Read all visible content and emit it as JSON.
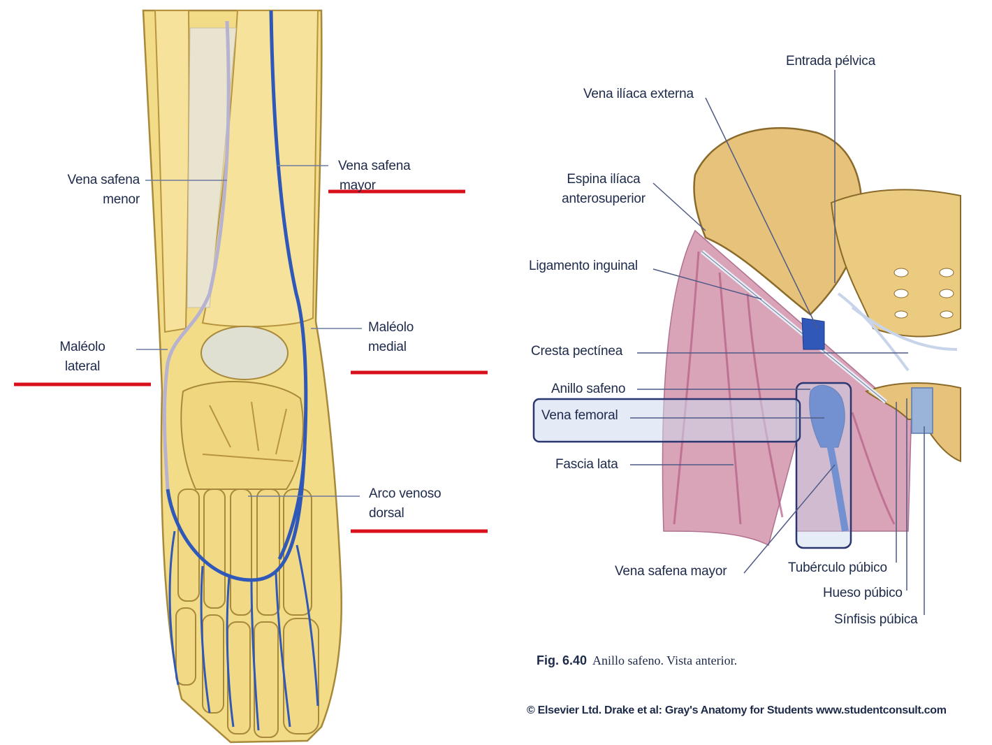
{
  "foot_labels": {
    "small_saphenous": [
      "Vena safena",
      "menor"
    ],
    "great_saphenous": [
      "Vena safena",
      "mayor"
    ],
    "medial_malleolus": [
      "Maléolo",
      "medial"
    ],
    "lateral_malleolus": [
      "Maléolo",
      "lateral"
    ],
    "dorsal_arch": [
      "Arco venoso",
      "dorsal"
    ]
  },
  "pelvis_labels": {
    "pelvic_inlet": "Entrada pélvica",
    "external_iliac": "Vena ilíaca externa",
    "asis": [
      "Espina ilíaca",
      "anterosuperior"
    ],
    "inguinal_ligament": "Ligamento inguinal",
    "pectineal_line": "Cresta pectínea",
    "saphenous_ring": "Anillo safeno",
    "femoral_vein": "Vena femoral",
    "fascia_lata": "Fascia lata",
    "great_saphenous": "Vena safena mayor",
    "pubic_tubercle": "Tubérculo púbico",
    "pubic_bone": "Hueso púbico",
    "pubic_symphysis": "Sínfisis púbica"
  },
  "caption": {
    "figure": "Fig. 6.40",
    "text": "Anillo safeno. Vista anterior."
  },
  "copyright": "© Elsevier Ltd. Drake et al: Gray's Anatomy for Students www.studentconsult.com",
  "colors": {
    "bone": "#f0d77e",
    "bone_dark": "#c9a84a",
    "vein": "#2f58b8",
    "muscle": "#c97a9a",
    "highlight_line": "#d8101c",
    "label": "#1d2a4a"
  }
}
